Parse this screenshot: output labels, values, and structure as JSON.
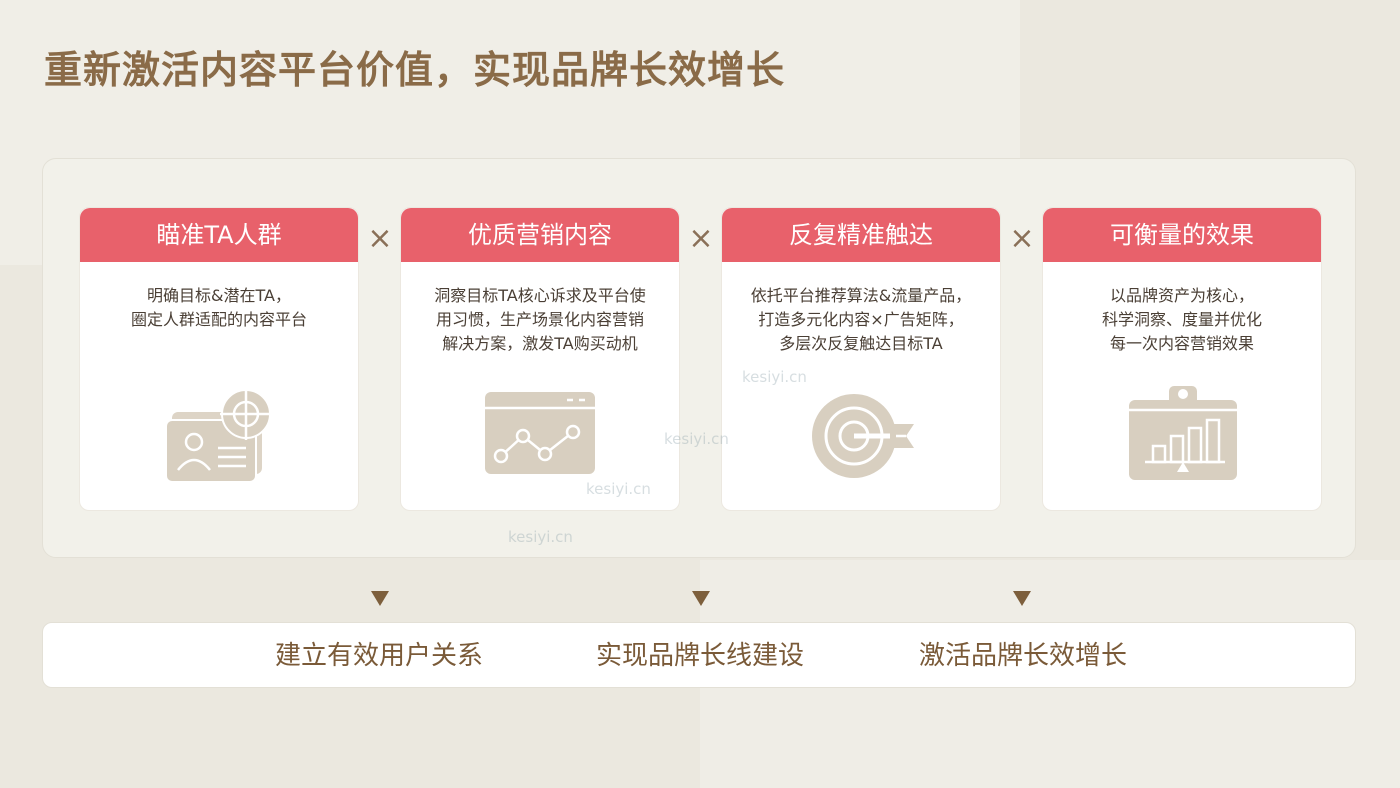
{
  "slide": {
    "title": "重新激活内容平台价值，实现品牌长效增长"
  },
  "colors": {
    "accent": "#e8616b",
    "title_brown": "#8a6b48",
    "icon_beige": "#d8cfc0",
    "background": "#ebe8df"
  },
  "cards": [
    {
      "title": "瞄准TA人群",
      "lines": [
        "明确目标&潜在TA，",
        "圈定人群适配的内容平台"
      ],
      "icon": "target-user-card-icon"
    },
    {
      "title": "优质营销内容",
      "lines": [
        "洞察目标TA核心诉求及平台使",
        "用习惯，生产场景化内容营销",
        "解决方案，激发TA购买动机"
      ],
      "icon": "browser-line-chart-icon"
    },
    {
      "title": "反复精准触达",
      "lines": [
        "依托平台推荐算法&流量产品，",
        "打造多元化内容×广告矩阵，",
        "多层次反复触达目标TA"
      ],
      "icon": "target-arrow-icon"
    },
    {
      "title": "可衡量的效果",
      "lines": [
        "以品牌资产为核心，",
        "科学洞察、度量并优化",
        "每一次内容营销效果"
      ],
      "icon": "clipboard-bar-chart-icon"
    }
  ],
  "operator_symbol": "×",
  "results": [
    "建立有效用户关系",
    "实现品牌长线建设",
    "激活品牌长效增长"
  ],
  "watermark": "kesiyi.cn"
}
